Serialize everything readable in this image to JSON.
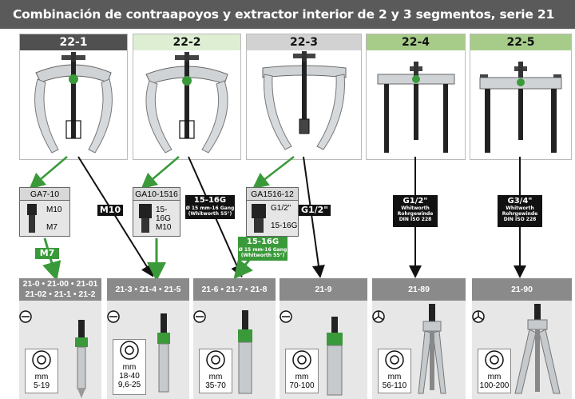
{
  "title": "Combinación de contraapoyos y extractor interior de 2 y 3 segmentos, serie 21",
  "tools": [
    {
      "label": "22-1"
    },
    {
      "label": "22-2"
    },
    {
      "label": "22-3"
    },
    {
      "label": "22-4"
    },
    {
      "label": "22-5"
    }
  ],
  "adapters": [
    {
      "name": "GA7-10",
      "top_thread": "M10",
      "bottom_thread": "M7"
    },
    {
      "name": "GA10-1516",
      "top_thread": "15-16G",
      "bottom_thread": "M10"
    },
    {
      "name": "GA1516-12",
      "top_thread": "G1/2\"",
      "bottom_thread": "15-16G"
    }
  ],
  "thread_tags": {
    "m10": "M10",
    "m7": "M7",
    "g1516_label": "15-16G",
    "g1516_sub1": "Ø 15 mm-16 Gang",
    "g1516_sub2": "(Whitworth 55°)",
    "g1516b_label": "15-16G",
    "g1516b_sub1": "Ø 15 mm-16 Gang",
    "g1516b_sub2": "(Whitworth 55°)",
    "g12": "G1/2\"",
    "g12w_label": "G1/2\"",
    "g12w_sub1": "Whitworth",
    "g12w_sub2": "Rohrgewinde",
    "g12w_sub3": "DIN ISO 228",
    "g34_label": "G3/4\"",
    "g34_sub1": "Whitworth",
    "g34_sub2": "Rohrgewinde",
    "g34_sub3": "DIN ISO 228"
  },
  "extractors": [
    {
      "line1": "21-0 • 21-00 • 21-01",
      "line2": "21-02 • 21-1 • 21-2",
      "unit": "mm",
      "range1": "5-19",
      "range2": ""
    },
    {
      "line1": "21-3 • 21-4 • 21-5",
      "line2": "",
      "unit": "mm",
      "range1": "18-40",
      "range2": "9,6-25"
    },
    {
      "line1": "21-6 • 21-7 • 21-8",
      "line2": "",
      "unit": "mm",
      "range1": "35-70",
      "range2": ""
    },
    {
      "line1": "21-9",
      "line2": "",
      "unit": "mm",
      "range1": "70-100",
      "range2": ""
    },
    {
      "line1": "21-89",
      "line2": "",
      "unit": "mm",
      "range1": "56-110",
      "range2": ""
    },
    {
      "line1": "21-90",
      "line2": "",
      "unit": "mm",
      "range1": "100-200",
      "range2": ""
    }
  ],
  "colors": {
    "green": "#3a9a3a",
    "dark_header": "#505050",
    "gray_header": "#8a8a8a"
  }
}
